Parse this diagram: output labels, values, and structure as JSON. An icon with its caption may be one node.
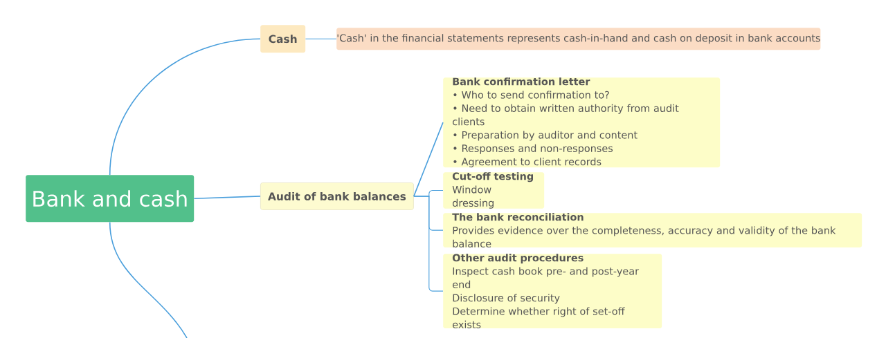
{
  "diagram": {
    "nodes": [
      {
        "text": [
          "Bank and cash"
        ]
      },
      {
        "text": [
          "Cash"
        ]
      },
      {
        "text": [
          "'Cash' in the financial statements represents cash-in-hand and cash on deposit in bank accounts"
        ]
      },
      {
        "text": [
          "Audit of bank balances"
        ]
      },
      {
        "text": [
          "Bank confirmation letter",
          "• Who to send confirmation to?",
          "• Need to obtain written authority from audit clients",
          "• Preparation by auditor and content",
          "• Responses and non-responses",
          "• Agreement to client records"
        ]
      },
      {
        "text": [
          "Cut-off testing",
          "Window dressing"
        ]
      },
      {
        "text": [
          "The bank reconciliation",
          "Provides evidence over the completeness, accuracy and validity of the bank balance"
        ]
      },
      {
        "text": [
          "Other audit procedures",
          "Inspect cash book pre- and post-year end",
          "Disclosure of security",
          "Determine whether right of set-off exists"
        ]
      }
    ],
    "edges": [
      {
        "from": 0,
        "to": 1,
        "arrow": "none"
      },
      {
        "from": 1,
        "to": 2,
        "arrow": "none"
      },
      {
        "from": 0,
        "to": 3,
        "arrow": "none"
      },
      {
        "from": 3,
        "to": 4,
        "arrow": "none"
      },
      {
        "from": 3,
        "to": 5,
        "arrow": "none"
      },
      {
        "from": 3,
        "to": 6,
        "arrow": "none"
      },
      {
        "from": 3,
        "to": 7,
        "arrow": "none"
      },
      {
        "from": 0,
        "to": null,
        "arrow": "none"
      }
    ]
  }
}
